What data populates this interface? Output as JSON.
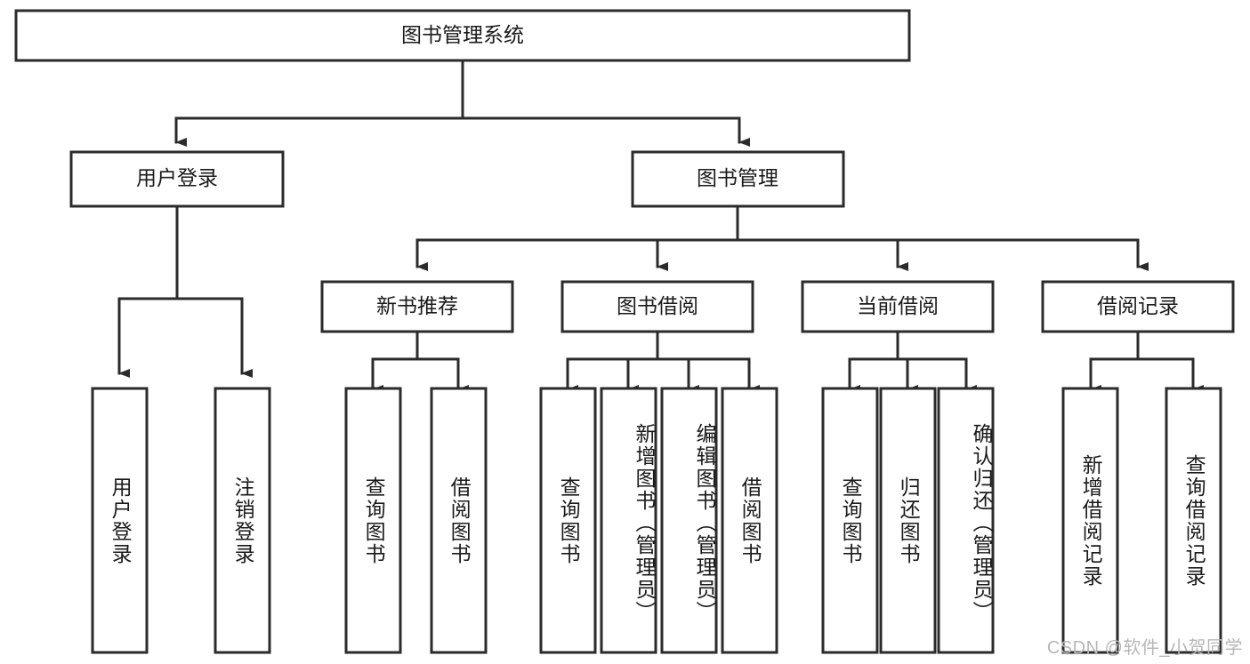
{
  "diagram": {
    "type": "tree",
    "title": "图书管理系统",
    "orientation": "top-down",
    "root": {
      "id": "root",
      "label": "图书管理系统"
    },
    "level2": [
      {
        "id": "user-login",
        "label": "用户登录"
      },
      {
        "id": "book-manage",
        "label": "图书管理"
      }
    ],
    "level3": [
      {
        "id": "new-book-rec",
        "label": "新书推荐",
        "parent": "book-manage"
      },
      {
        "id": "book-borrow",
        "label": "图书借阅",
        "parent": "book-manage"
      },
      {
        "id": "current-borrow",
        "label": "当前借阅",
        "parent": "book-manage"
      },
      {
        "id": "borrow-record",
        "label": "借阅记录",
        "parent": "book-manage"
      }
    ],
    "leaves": [
      {
        "id": "leaf-user-login",
        "label": "用户登录",
        "parent": "user-login"
      },
      {
        "id": "leaf-user-logout",
        "label": "注销登录",
        "parent": "user-login"
      },
      {
        "id": "leaf-query-book-1",
        "label": "查询图书",
        "parent": "new-book-rec"
      },
      {
        "id": "leaf-borrow-book-1",
        "label": "借阅图书",
        "parent": "new-book-rec"
      },
      {
        "id": "leaf-query-book-2",
        "label": "查询图书",
        "parent": "book-borrow"
      },
      {
        "id": "leaf-add-book",
        "label": "新增图书（管理员）",
        "parent": "book-borrow"
      },
      {
        "id": "leaf-edit-book",
        "label": "编辑图书（管理员）",
        "parent": "book-borrow"
      },
      {
        "id": "leaf-borrow-book-2",
        "label": "借阅图书",
        "parent": "book-borrow"
      },
      {
        "id": "leaf-query-book-3",
        "label": "查询图书",
        "parent": "current-borrow"
      },
      {
        "id": "leaf-return-book",
        "label": "归还图书",
        "parent": "current-borrow"
      },
      {
        "id": "leaf-confirm-return",
        "label": "确认归还（管理员）",
        "parent": "current-borrow"
      },
      {
        "id": "leaf-add-record",
        "label": "新增借阅记录",
        "parent": "borrow-record"
      },
      {
        "id": "leaf-query-record",
        "label": "查询借阅记录",
        "parent": "borrow-record"
      }
    ],
    "colors": {
      "stroke": "#2b2b2b",
      "fill": "#ffffff",
      "text": "#1a1a1a",
      "watermark": "#b7b7b7"
    }
  },
  "watermark": {
    "text": "CSDN @软件_小贺同学"
  }
}
